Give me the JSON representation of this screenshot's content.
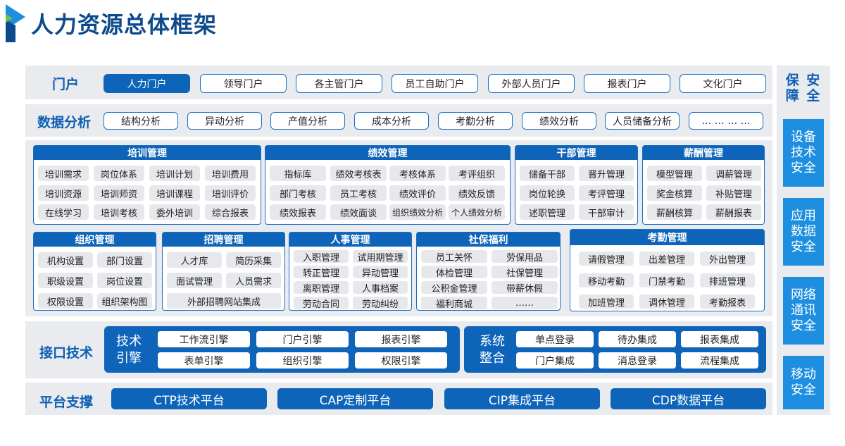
{
  "title": "人力资源总体框架",
  "colors": {
    "primary": "#0e64b8",
    "accent": "#1e8fe0",
    "band_bg": "#e9ebee",
    "cell_bg": "#e6e8eb"
  },
  "portal": {
    "label": "门户",
    "items": [
      "人力门户",
      "领导门户",
      "各主管门户",
      "员工自助门户",
      "外部人员门户",
      "报表门户",
      "文化门户"
    ]
  },
  "analysis": {
    "label": "数据分析",
    "items": [
      "结构分析",
      "异动分析",
      "产值分析",
      "成本分析",
      "考勤分析",
      "绩效分析",
      "人员储备分析",
      "… … … …"
    ]
  },
  "modules": {
    "training": {
      "title": "培训管理",
      "items": [
        "培训需求",
        "岗位体系",
        "培训计划",
        "培训费用",
        "培训资源",
        "培训师资",
        "培训课程",
        "培训评价",
        "在线学习",
        "培训考核",
        "委外培训",
        "综合报表"
      ]
    },
    "performance": {
      "title": "绩效管理",
      "items": [
        "指标库",
        "绩效考核表",
        "考核体系",
        "考评组织",
        "部门考核",
        "员工考核",
        "绩效评价",
        "绩效反馈",
        "绩效报表",
        "绩效面谈",
        "组织绩效分析",
        "个人绩效分析"
      ]
    },
    "cadre": {
      "title": "干部管理",
      "items": [
        "储备干部",
        "晋升管理",
        "岗位轮换",
        "考评管理",
        "述职管理",
        "干部审计"
      ]
    },
    "salary": {
      "title": "薪酬管理",
      "items": [
        "模型管理",
        "调薪管理",
        "奖金核算",
        "补贴管理",
        "薪酬核算",
        "薪酬报表"
      ]
    },
    "org": {
      "title": "组织管理",
      "items": [
        "机构设置",
        "部门设置",
        "职级设置",
        "岗位设置",
        "权限设置",
        "组织架构图"
      ]
    },
    "recruit": {
      "title": "招聘管理",
      "items": [
        "人才库",
        "简历采集",
        "面试管理",
        "人员需求",
        "外部招聘网站集成"
      ]
    },
    "personnel": {
      "title": "人事管理",
      "items": [
        "入职管理",
        "试用期管理",
        "转正管理",
        "异动管理",
        "离职管理",
        "人事档案",
        "劳动合同",
        "劳动纠纷"
      ]
    },
    "welfare": {
      "title": "社保福利",
      "items": [
        "员工关怀",
        "劳保用品",
        "体检管理",
        "社保管理",
        "公积金管理",
        "带薪休假",
        "福利商城",
        "……"
      ]
    },
    "attendance": {
      "title": "考勤管理",
      "items": [
        "请假管理",
        "出差管理",
        "外出管理",
        "移动考勤",
        "门禁考勤",
        "排班管理",
        "加班管理",
        "调休管理",
        "考勤报表"
      ]
    }
  },
  "interface": {
    "label": "接口技术",
    "tech": {
      "title_line1": "技术",
      "title_line2": "引擎",
      "items": [
        "工作流引擎",
        "门户引擎",
        "报表引擎",
        "表单引擎",
        "组织引擎",
        "权限引擎"
      ]
    },
    "system": {
      "title_line1": "系统",
      "title_line2": "整合",
      "items": [
        "单点登录",
        "待办集成",
        "报表集成",
        "门户集成",
        "消息登录",
        "流程集成"
      ]
    }
  },
  "platform": {
    "label": "平台支撑",
    "items": [
      "CTP技术平台",
      "CAP定制平台",
      "CIP集成平台",
      "CDP数据平台"
    ]
  },
  "security": {
    "title_line1": "保 安",
    "title_line2": "障 全",
    "items": [
      {
        "l1": "设备",
        "l2": "技术",
        "l3": "安全"
      },
      {
        "l1": "应用",
        "l2": "数据",
        "l3": "安全"
      },
      {
        "l1": "网络",
        "l2": "通讯",
        "l3": "安全"
      },
      {
        "l1": "移动",
        "l2": "安全",
        "l3": ""
      }
    ]
  }
}
